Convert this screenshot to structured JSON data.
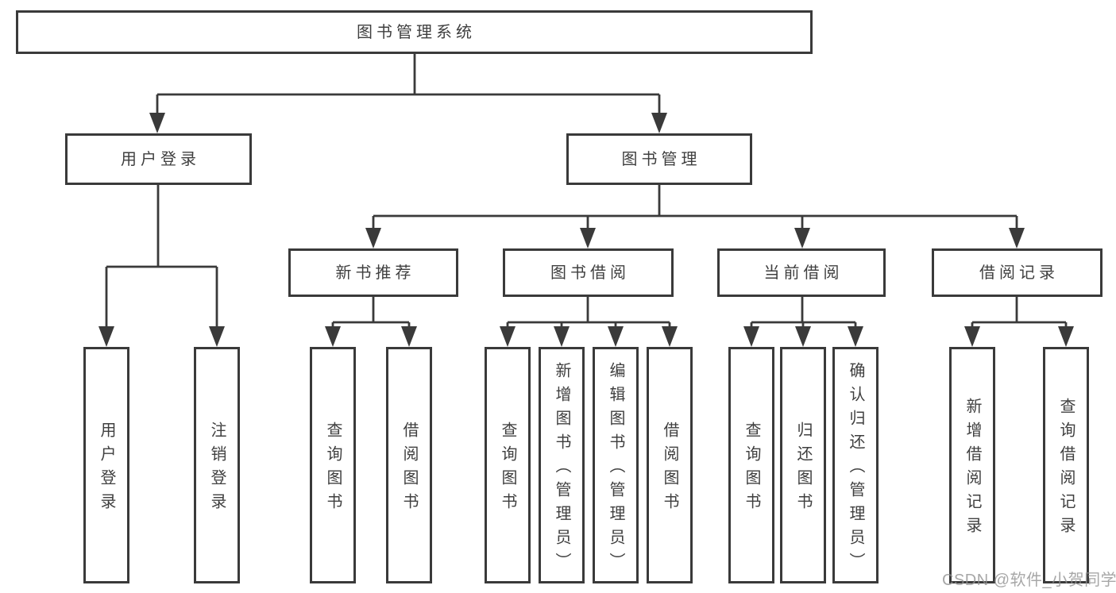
{
  "tree": {
    "root": {
      "label": "图书管理系统"
    },
    "branches": [
      {
        "label": "用户登录",
        "children": [
          {
            "label": "用户登录"
          },
          {
            "label": "注销登录"
          }
        ]
      },
      {
        "label": "图书管理",
        "children": [
          {
            "label": "新书推荐",
            "children": [
              {
                "label": "查询图书"
              },
              {
                "label": "借阅图书"
              }
            ]
          },
          {
            "label": "图书借阅",
            "children": [
              {
                "label": "查询图书"
              },
              {
                "label": "新增图书（管理员）"
              },
              {
                "label": "编辑图书（管理员）"
              },
              {
                "label": "借阅图书"
              }
            ]
          },
          {
            "label": "当前借阅",
            "children": [
              {
                "label": "查询图书"
              },
              {
                "label": "归还图书"
              },
              {
                "label": "确认归还（管理员）"
              }
            ]
          },
          {
            "label": "借阅记录",
            "children": [
              {
                "label": "新增借阅记录"
              },
              {
                "label": "查询借阅记录"
              }
            ]
          }
        ]
      }
    ]
  },
  "watermark": {
    "text": "CSDN @软件_小贺同学"
  },
  "colors": {
    "line": "#3a3a3a",
    "text": "#3f3f3f",
    "background": "#ffffff"
  }
}
